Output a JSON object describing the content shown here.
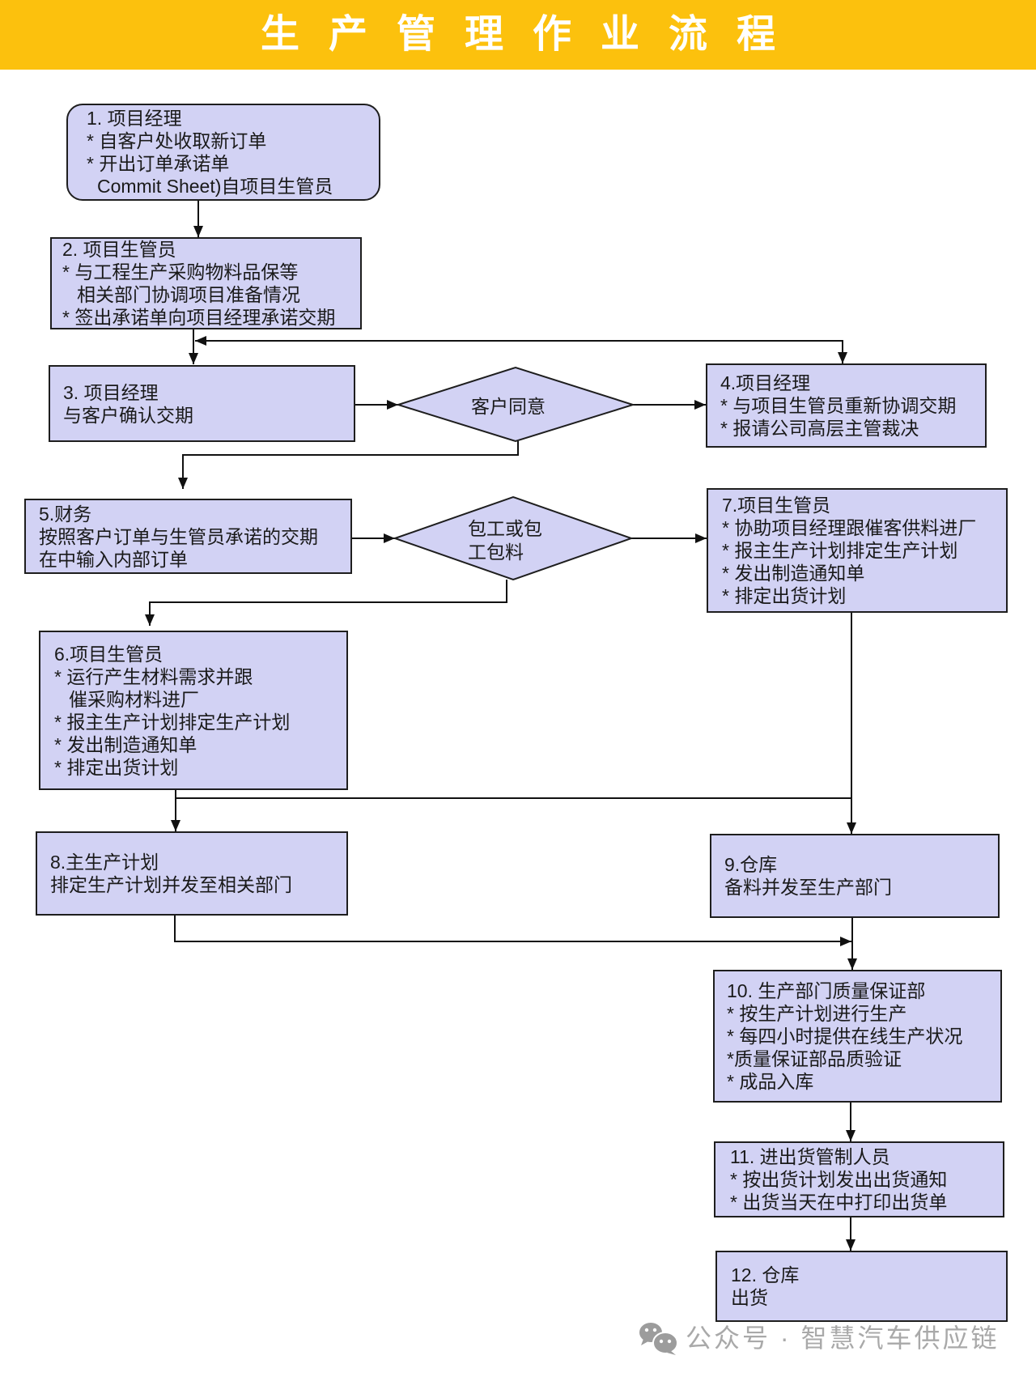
{
  "header": {
    "title": "生产管理作业流程"
  },
  "colors": {
    "banner": "#fcc10d",
    "title": "#ffffff",
    "fill": "#d2d2f4",
    "border": "#1e1e1e",
    "line": "#111111",
    "text": "#1a1a1a",
    "wm": "#a9a9a9"
  },
  "steps": [
    {
      "id": "1",
      "lines": [
        "1. 项目经理",
        "* 自客户处收取新订单",
        "* 开出订单承诺单",
        "Commit Sheet)自项目生管员"
      ]
    },
    {
      "id": "2",
      "lines": [
        "2. 项目生管员",
        "* 与工程生产采购物料品保等",
        "相关部门协调项目准备情况",
        "* 签出承诺单向项目经理承诺交期"
      ]
    },
    {
      "id": "3",
      "lines": [
        "3. 项目经理",
        "与客户确认交期"
      ]
    },
    {
      "id": "4",
      "lines": [
        "4.项目经理",
        "* 与项目生管员重新协调交期",
        "* 报请公司高层主管裁决"
      ]
    },
    {
      "id": "5",
      "lines": [
        "5.财务",
        "按照客户订单与生管员承诺的交期",
        "在中输入内部订单"
      ]
    },
    {
      "id": "6",
      "lines": [
        "6.项目生管员",
        "* 运行产生材料需求并跟",
        "催采购材料进厂",
        "* 报主生产计划排定生产计划",
        "* 发出制造通知单",
        "* 排定出货计划"
      ]
    },
    {
      "id": "7",
      "lines": [
        "7.项目生管员",
        "* 协助项目经理跟催客供料进厂",
        "* 报主生产计划排定生产计划",
        "* 发出制造通知单",
        "* 排定出货计划"
      ]
    },
    {
      "id": "8",
      "lines": [
        "8.主生产计划",
        "排定生产计划并发至相关部门"
      ]
    },
    {
      "id": "9",
      "lines": [
        "9.仓库",
        "备料并发至生产部门"
      ]
    },
    {
      "id": "10",
      "lines": [
        "10. 生产部门质量保证部",
        "* 按生产计划进行生产",
        "* 每四小时提供在线生产状况",
        "*质量保证部品质验证",
        "* 成品入库"
      ]
    },
    {
      "id": "11",
      "lines": [
        "11. 进出货管制人员",
        "* 按出货计划发出出货通知",
        "* 出货当天在中打印出货单"
      ]
    },
    {
      "id": "12",
      "lines": [
        "12. 仓库",
        "出货"
      ]
    }
  ],
  "decisions": [
    {
      "id": "customer-agree",
      "lines": [
        "客户同意"
      ]
    },
    {
      "id": "labor-or-material",
      "lines": [
        "包工或包",
        "工包料"
      ]
    }
  ],
  "edges": [
    {
      "from": "step-1",
      "to": "step-2"
    },
    {
      "from": "step-2",
      "to": "step-3"
    },
    {
      "between": [
        "step-2/3 link",
        "step-4"
      ],
      "bidirectional": true
    },
    {
      "from": "step-3",
      "to": "decision-customer-agree"
    },
    {
      "from": "decision-customer-agree",
      "to": "step-4"
    },
    {
      "from": "decision-customer-agree",
      "to": "step-5"
    },
    {
      "from": "step-5",
      "to": "decision-labor-or-material"
    },
    {
      "from": "decision-labor-or-material",
      "to": "step-7"
    },
    {
      "from": "decision-labor-or-material",
      "to": "step-6"
    },
    {
      "from": "step-7",
      "to": "step-9"
    },
    {
      "from": "step-6",
      "to": "step-8"
    },
    {
      "from": "step-6",
      "to": "step-9"
    },
    {
      "from": "step-8",
      "to": "step-10"
    },
    {
      "from": "step-9",
      "to": "step-10"
    },
    {
      "from": "step-10",
      "to": "step-11"
    },
    {
      "from": "step-11",
      "to": "step-12"
    }
  ],
  "watermark": {
    "icon": "wechat-icon",
    "text": "公众号 · 智慧汽车供应链"
  }
}
